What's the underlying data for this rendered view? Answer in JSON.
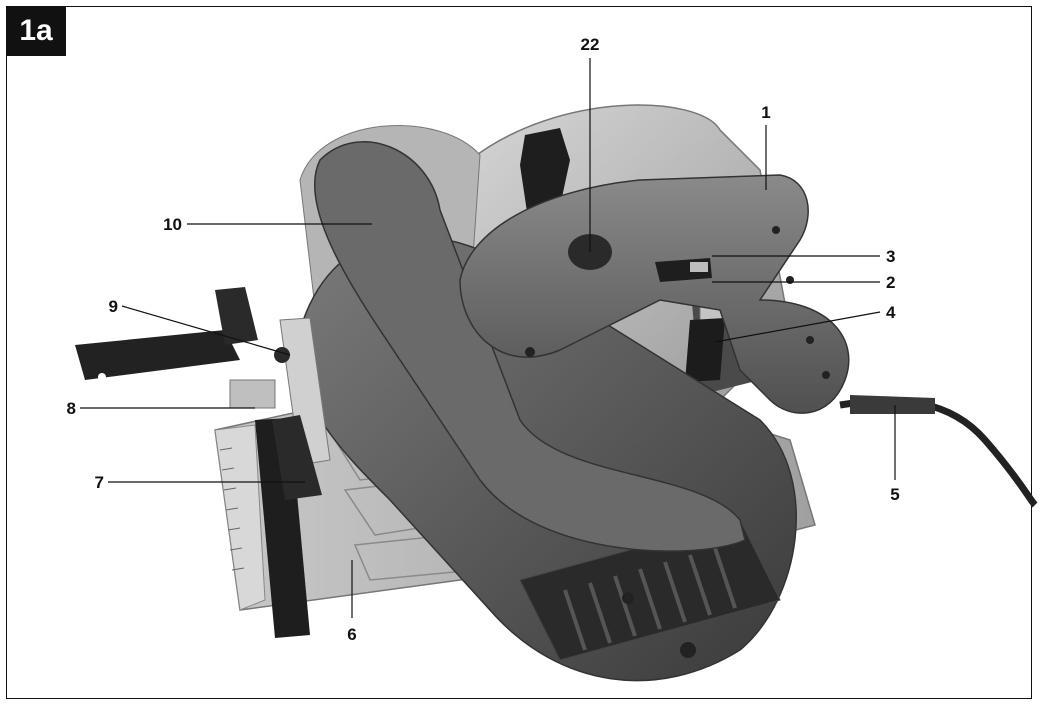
{
  "figure": {
    "tag": "1a",
    "callouts": [
      {
        "id": "c22",
        "label": "22"
      },
      {
        "id": "c1",
        "label": "1"
      },
      {
        "id": "c10",
        "label": "10"
      },
      {
        "id": "c3",
        "label": "3"
      },
      {
        "id": "c2",
        "label": "2"
      },
      {
        "id": "c9",
        "label": "9"
      },
      {
        "id": "c4",
        "label": "4"
      },
      {
        "id": "c8",
        "label": "8"
      },
      {
        "id": "c7",
        "label": "7"
      },
      {
        "id": "c5",
        "label": "5"
      },
      {
        "id": "c6",
        "label": "6"
      }
    ]
  }
}
